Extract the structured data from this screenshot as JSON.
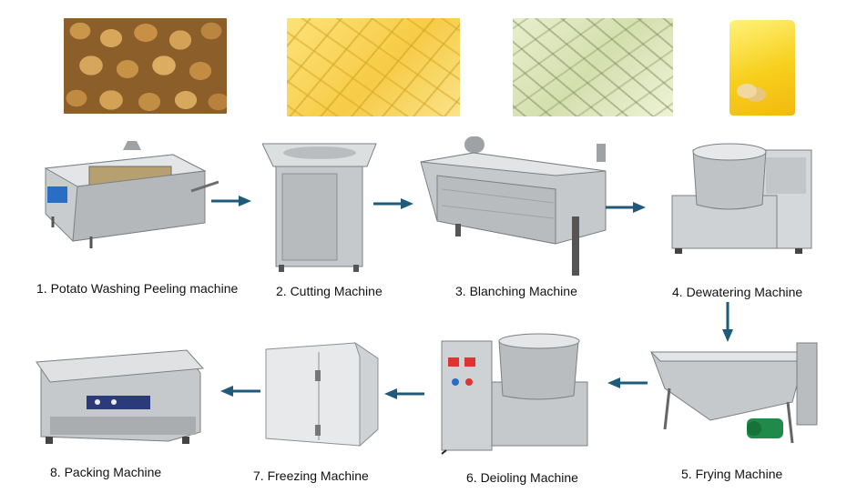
{
  "steps": [
    {
      "label": "1. Potato Washing Peeling machine"
    },
    {
      "label": "2. Cutting Machine"
    },
    {
      "label": "3. Blanching Machine"
    },
    {
      "label": "4. Dewatering Machine"
    },
    {
      "label": "5. Frying Machine"
    },
    {
      "label": "6. Deioling Machine"
    },
    {
      "label": "7. Freezing Machine"
    },
    {
      "label": "8. Packing Machine"
    }
  ],
  "colors": {
    "arrow": "#1f5a7a",
    "steel": "#c9ccce",
    "steel_dark": "#8d9194",
    "motor_green": "#1f8a4a",
    "panel_blue": "#2a6dc4"
  }
}
